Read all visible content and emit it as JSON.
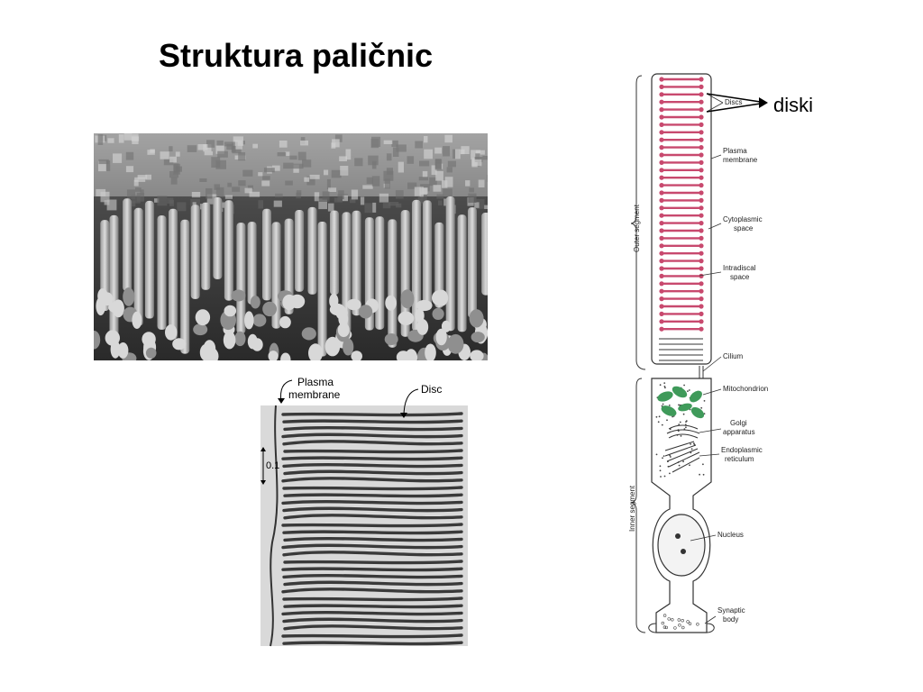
{
  "slide": {
    "title": "Struktura paličnic",
    "callout": "diski"
  },
  "tem_micrograph": {
    "plasma_membrane_line1": "Plasma",
    "plasma_membrane_line2": "membrane",
    "disc": "Disc",
    "scale": "0.1"
  },
  "rod_diagram": {
    "discs": "Discs",
    "plasma_membrane_line1": "Plasma",
    "plasma_membrane_line2": "membrane",
    "cytoplasmic_space_line1": "Cytoplasmic",
    "cytoplasmic_space_line2": "space",
    "intradiscal_space_line1": "Intradiscal",
    "intradiscal_space_line2": "space",
    "cilium": "Cilium",
    "mitochondrion": "Mitochondrion",
    "golgi_line1": "Golgi",
    "golgi_line2": "apparatus",
    "er_line1": "Endoplasmic",
    "er_line2": "reticulum",
    "nucleus": "Nucleus",
    "synaptic_line1": "Synaptic",
    "synaptic_line2": "body",
    "outer_segment": "Outer segment",
    "inner_segment": "Inner segment",
    "disc_color": "#c8496e",
    "mito_color": "#3f9a5a"
  }
}
